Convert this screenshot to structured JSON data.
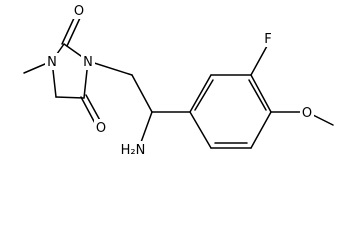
{
  "molecule": {
    "atoms": {
      "o_top": "O",
      "n_left": "N",
      "n_center": "N",
      "o_bottom": "O",
      "fluorine": "F",
      "o_methoxy": "O",
      "amine": "H₂N"
    }
  },
  "colors": {
    "bond": "#000000",
    "label": "#000000",
    "background": "#ffffff"
  }
}
